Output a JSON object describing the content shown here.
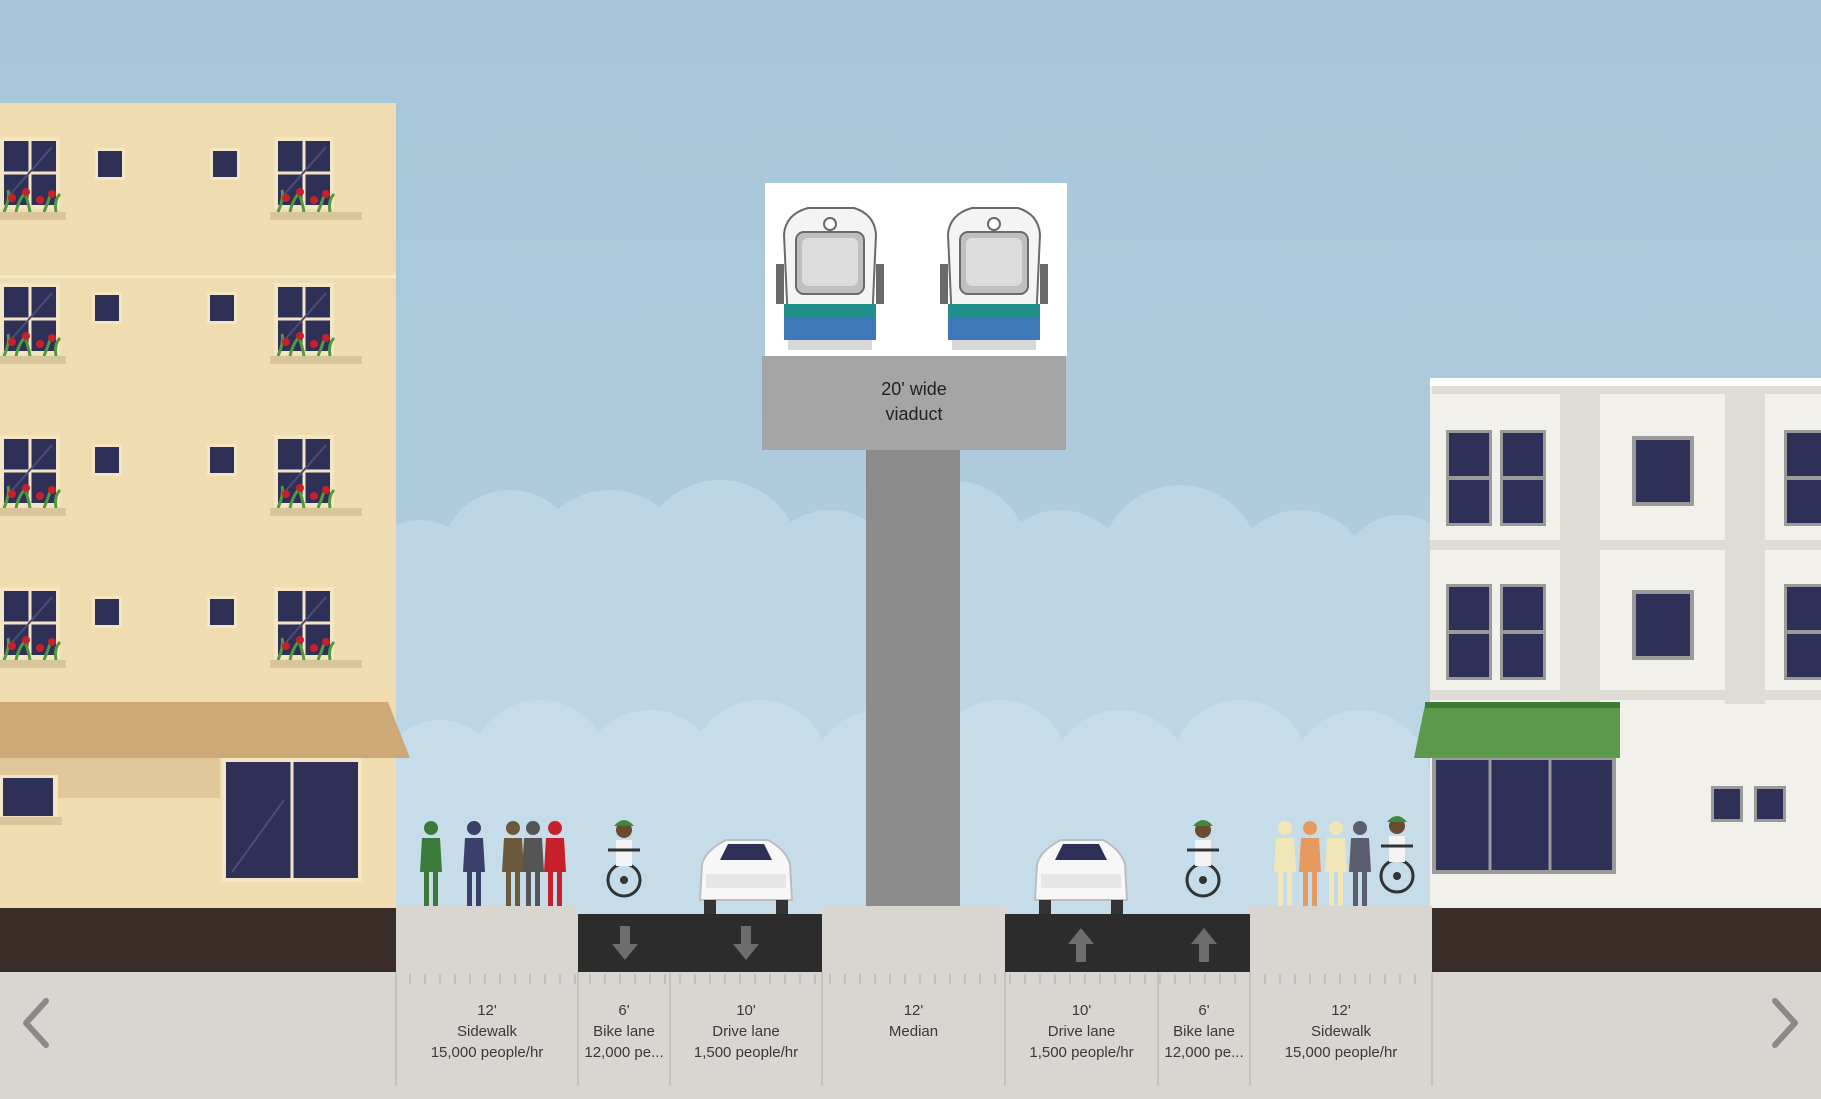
{
  "viaduct": {
    "line1": "20' wide",
    "line2": "viaduct"
  },
  "segments": [
    {
      "width": "12'",
      "name": "Sidewalk",
      "capacity": "15,000 people/hr"
    },
    {
      "width": "6'",
      "name": "Bike lane",
      "capacity": "12,000 pe..."
    },
    {
      "width": "10'",
      "name": "Drive lane",
      "capacity": "1,500 people/hr"
    },
    {
      "width": "12'",
      "name": "Median",
      "capacity": ""
    },
    {
      "width": "10'",
      "name": "Drive lane",
      "capacity": "1,500 people/hr"
    },
    {
      "width": "6'",
      "name": "Bike lane",
      "capacity": "12,000 pe..."
    },
    {
      "width": "12'",
      "name": "Sidewalk",
      "capacity": "15,000 people/hr"
    }
  ],
  "icons": {
    "prev": "chevron-left-icon",
    "next": "chevron-right-icon"
  },
  "colors": {
    "sky": "#a9c8da",
    "sidewalk": "#d9d6d2",
    "asphalt": "#2c2c2c",
    "viaduct": "#8c8c8c",
    "building_left": "#efdcb1",
    "building_right": "#f2f0ea",
    "awning_green": "#5a9a4a"
  }
}
